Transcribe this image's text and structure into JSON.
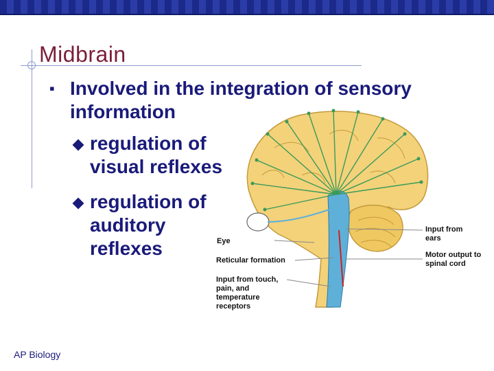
{
  "slide": {
    "title": "Midbrain",
    "bullet": "Involved in the integration of sensory information",
    "sub_bullets": [
      "regulation of visual reflexes",
      "regulation of auditory reflexes"
    ],
    "footer": "AP Biology"
  },
  "diagram": {
    "labels": {
      "eye": "Eye",
      "reticular": "Reticular formation",
      "touch": "Input from touch, pain, and temperature receptors",
      "ears": "Input from ears",
      "motor": "Motor output to spinal cord"
    }
  },
  "colors": {
    "title": "#7a1e3a",
    "text": "#1a1a7a",
    "brain": "#f3d27a",
    "arrows": "#3a9a5a",
    "stem": "#5fb0d8",
    "motor": "#cc2222"
  }
}
